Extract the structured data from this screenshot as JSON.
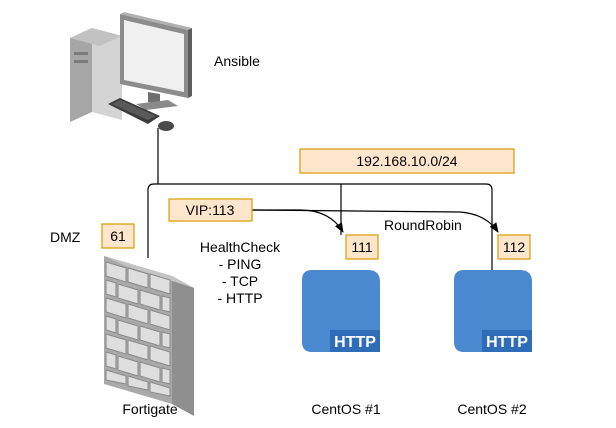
{
  "nodes": {
    "ansible": {
      "label": "Ansible",
      "icon": "desktop-computer-icon"
    },
    "fortigate": {
      "label": "Fortigate",
      "icon": "firewall-icon",
      "port_label": "DMZ",
      "ip": "61"
    },
    "centos1": {
      "label": "CentOS #1",
      "icon": "http-server-icon",
      "ip": "111",
      "badge": "HTTP"
    },
    "centos2": {
      "label": "CentOS #2",
      "icon": "http-server-icon",
      "ip": "112",
      "badge": "HTTP"
    }
  },
  "network": {
    "subnet": "192.168.10.0/24"
  },
  "vip": {
    "label": "VIP:113"
  },
  "balancing": {
    "label": "RoundRobin"
  },
  "healthcheck": {
    "title": "HealthCheck",
    "items": [
      "- PING",
      "- TCP",
      "- HTTP"
    ]
  },
  "colors": {
    "box_fill": "#ffe6cc",
    "box_stroke": "#d79b00",
    "server_blue": "#4a88d0",
    "server_blue_dark": "#2f6db8"
  }
}
